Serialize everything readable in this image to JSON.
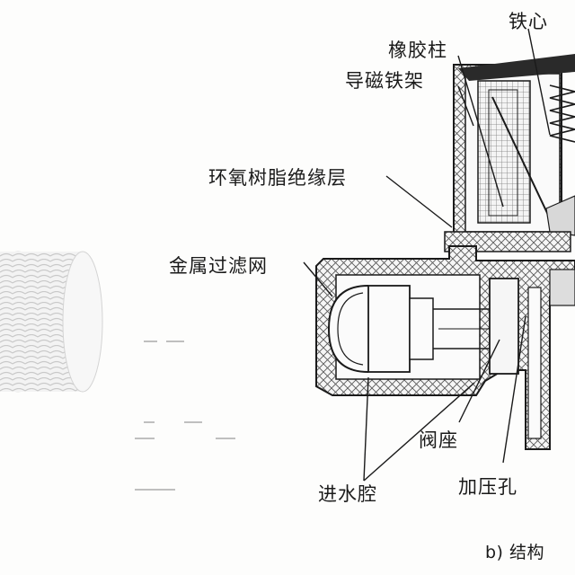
{
  "labels": {
    "iron_core": "铁心",
    "rubber_column": "橡胶柱",
    "magnetic_frame": "导磁铁架",
    "epoxy_layer": "环氧树脂绝缘层",
    "metal_filter": "金属过滤网",
    "valve_seat": "阀座",
    "inlet_chamber": "进水腔",
    "pressure_hole": "加压孔"
  },
  "caption": "b) 结构",
  "colors": {
    "ink": "#1a1a1a",
    "hatch": "#6a6a6a",
    "background": "#fdfdfc"
  }
}
